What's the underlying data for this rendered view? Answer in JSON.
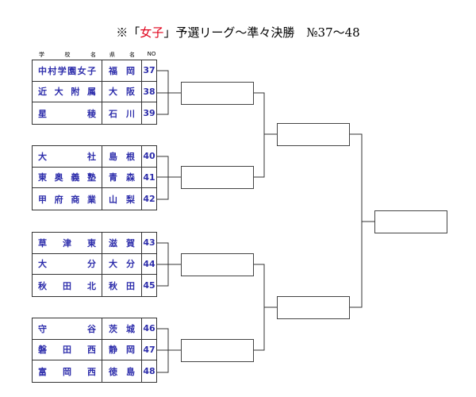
{
  "title": {
    "prefix": "※「",
    "highlight": "女子",
    "suffix": "」予選リーグ～準々決勝　№37～48"
  },
  "header": {
    "school": [
      "学",
      "校",
      "名"
    ],
    "pref": [
      "県",
      "名"
    ],
    "no": "NO"
  },
  "groups": [
    {
      "rows": [
        {
          "school": [
            "中",
            "村",
            "学",
            "園",
            "女",
            "子"
          ],
          "pref": [
            "福",
            "岡"
          ],
          "no": "37"
        },
        {
          "school": [
            "近",
            "大",
            "附",
            "属"
          ],
          "pref": [
            "大",
            "阪"
          ],
          "no": "38"
        },
        {
          "school": [
            "星",
            "稜"
          ],
          "pref": [
            "石",
            "川"
          ],
          "no": "39"
        }
      ]
    },
    {
      "rows": [
        {
          "school": [
            "大",
            "社"
          ],
          "pref": [
            "島",
            "根"
          ],
          "no": "40"
        },
        {
          "school": [
            "東",
            "奥",
            "義",
            "塾"
          ],
          "pref": [
            "青",
            "森"
          ],
          "no": "41"
        },
        {
          "school": [
            "甲",
            "府",
            "商",
            "業"
          ],
          "pref": [
            "山",
            "梨"
          ],
          "no": "42"
        }
      ]
    },
    {
      "rows": [
        {
          "school": [
            "草",
            "津",
            "東"
          ],
          "pref": [
            "滋",
            "賀"
          ],
          "no": "43"
        },
        {
          "school": [
            "大",
            "分"
          ],
          "pref": [
            "大",
            "分"
          ],
          "no": "44"
        },
        {
          "school": [
            "秋",
            "田",
            "北"
          ],
          "pref": [
            "秋",
            "田"
          ],
          "no": "45"
        }
      ]
    },
    {
      "rows": [
        {
          "school": [
            "守",
            "谷"
          ],
          "pref": [
            "茨",
            "城"
          ],
          "no": "46"
        },
        {
          "school": [
            "磐",
            "田",
            "西"
          ],
          "pref": [
            "静",
            "岡"
          ],
          "no": "47"
        },
        {
          "school": [
            "富",
            "岡",
            "西"
          ],
          "pref": [
            "徳",
            "島"
          ],
          "no": "48"
        }
      ]
    }
  ]
}
